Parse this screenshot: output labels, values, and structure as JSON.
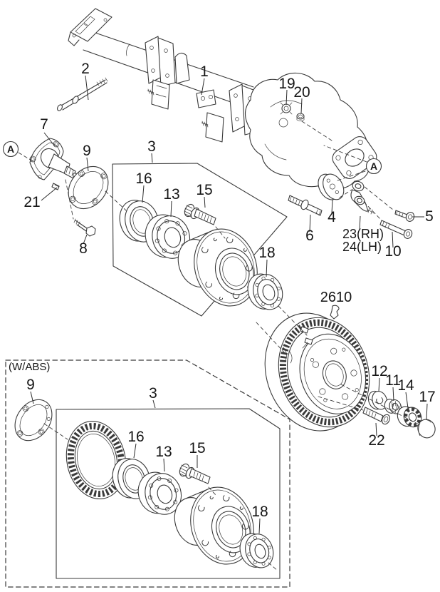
{
  "diagram": {
    "type": "exploded-parts-diagram",
    "subject": "rear-axle-hub-and-brake-drum",
    "colors": {
      "background": "#ffffff",
      "line": "#3a3a3a",
      "label": "#161616"
    }
  },
  "callouts": {
    "c_1": "1",
    "c_2": "2",
    "c_3_upper": "3",
    "c_3_lower": "3",
    "c_4": "4",
    "c_5": "5",
    "c_6": "6",
    "c_7": "7",
    "c_8": "8",
    "c_9_upper": "9",
    "c_9_lower": "9",
    "c_10": "10",
    "c_11": "11",
    "c_12": "12",
    "c_13_upper": "13",
    "c_13_lower": "13",
    "c_14": "14",
    "c_15_upper": "15",
    "c_15_lower": "15",
    "c_16_upper": "16",
    "c_16_lower": "16",
    "c_17": "17",
    "c_18_upper": "18",
    "c_18_lower": "18",
    "c_19": "19",
    "c_20": "20",
    "c_21": "21",
    "c_22": "22",
    "c_23": "23(RH)",
    "c_24": "24(LH)",
    "ref_2610": "2610",
    "view_a_left": "A",
    "view_a_right": "A",
    "wabs_note": "(W/ABS)"
  }
}
